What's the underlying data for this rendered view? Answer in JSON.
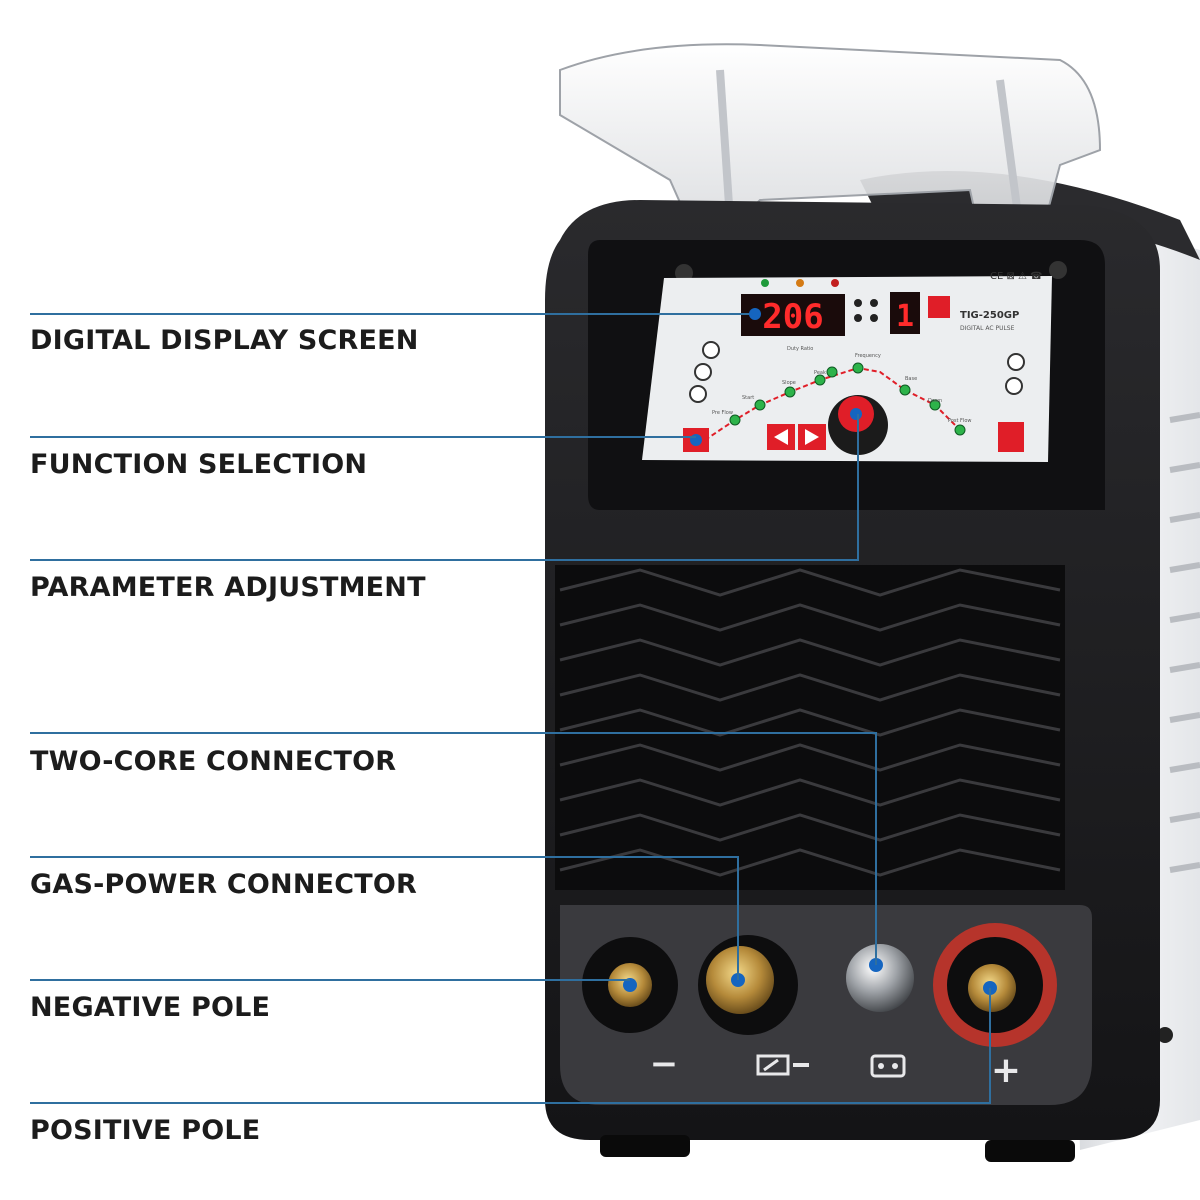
{
  "callouts": [
    {
      "id": "digital-display-screen",
      "label": "DIGITAL DISPLAY SCREEN"
    },
    {
      "id": "function-selection",
      "label": "FUNCTION SELECTION"
    },
    {
      "id": "parameter-adjustment",
      "label": "PARAMETER ADJUSTMENT"
    },
    {
      "id": "two-core-connector",
      "label": "TWO-CORE CONNECTOR"
    },
    {
      "id": "gas-power-connector",
      "label": "GAS-POWER CONNECTOR"
    },
    {
      "id": "negative-pole",
      "label": "NEGATIVE POLE"
    },
    {
      "id": "positive-pole",
      "label": "POSITIVE POLE"
    }
  ],
  "machine": {
    "display_value": "206",
    "secondary_display": "1",
    "model": "TIG-250GP",
    "subtitle": "DIGITAL AC PULSE",
    "cert_marks": "CE ⊠ ⚠ ☎",
    "minus_symbol": "−",
    "plus_symbol": "+",
    "panel_labels": [
      "Post Flow",
      "Down",
      "Base",
      "Frequency",
      "Duty Ratio",
      "Peak",
      "Slope",
      "Start",
      "Pre Flow"
    ]
  },
  "colors": {
    "callout_line": "#2f6f9f",
    "marker": "#1565c0",
    "body_black": "#1d1d1f",
    "display_red": "#e01e28",
    "panel": "#eceef0"
  }
}
